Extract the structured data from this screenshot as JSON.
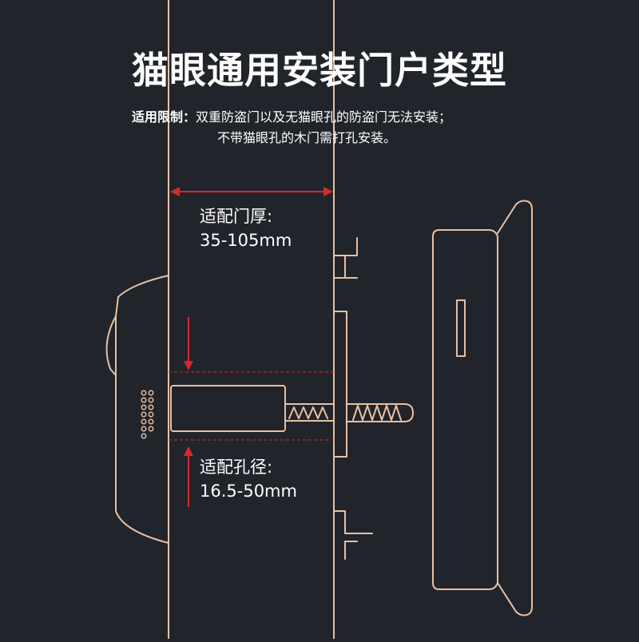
{
  "title": "猫眼通用安装门户类型",
  "restriction": {
    "label": "适用限制：",
    "line1": "双重防盗门以及无猫眼孔的防盗门无法安装；",
    "line2": "不带猫眼孔的木门需打孔安装。"
  },
  "door_thickness": {
    "label": "适配门厚:",
    "value": "35-105mm"
  },
  "hole_diameter": {
    "label": "适配孔径:",
    "value": "16.5-50mm"
  },
  "colors": {
    "background": "#22242b",
    "line": "#e8c0a4",
    "arrow": "#d42a2a",
    "text": "#ffffff"
  }
}
